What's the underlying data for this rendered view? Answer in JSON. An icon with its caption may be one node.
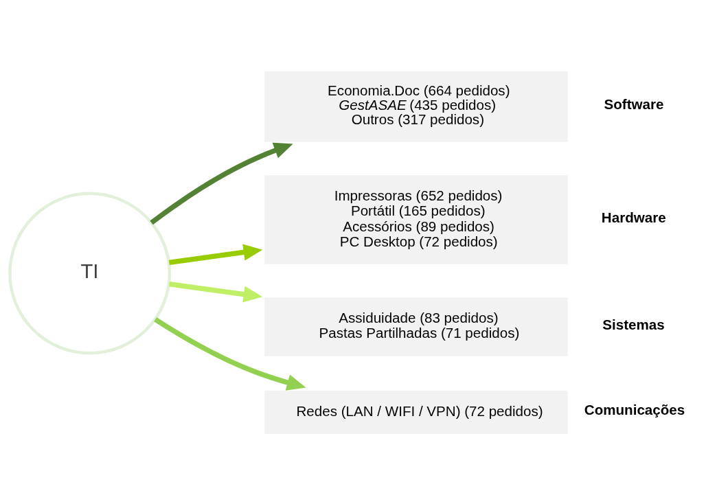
{
  "diagram": {
    "nodes": [
      {
        "text": [
          "TI"
        ]
      },
      {
        "text": [
          "Economia.Doc (664 pedidos)",
          "*GestASAE* (435 pedidos)",
          "Outros (317 pedidos)"
        ],
        "beside": [
          "Software"
        ]
      },
      {
        "text": [
          "Impressoras (652 pedidos)",
          "Portátil (165 pedidos)",
          "Acessórios (89 pedidos)",
          "PC Desktop (72 pedidos)"
        ],
        "beside": [
          "Hardware"
        ]
      },
      {
        "text": [
          "Assiduidade (83 pedidos)",
          "Pastas Partilhadas (71 pedidos)"
        ],
        "beside": [
          "Sistemas"
        ]
      },
      {
        "text": [
          "Redes (LAN / WIFI / VPN) (72 pedidos)"
        ],
        "beside": [
          "Comunicações"
        ]
      }
    ],
    "edges": [
      {
        "from": 0,
        "to": 1,
        "arrow": "to",
        "color": "#548235"
      },
      {
        "from": 0,
        "to": 2,
        "arrow": "to",
        "color": "#99cc00"
      },
      {
        "from": 0,
        "to": 3,
        "arrow": "to",
        "color": "#bfef64"
      },
      {
        "from": 0,
        "to": 4,
        "arrow": "to",
        "color": "#92d050"
      }
    ]
  }
}
